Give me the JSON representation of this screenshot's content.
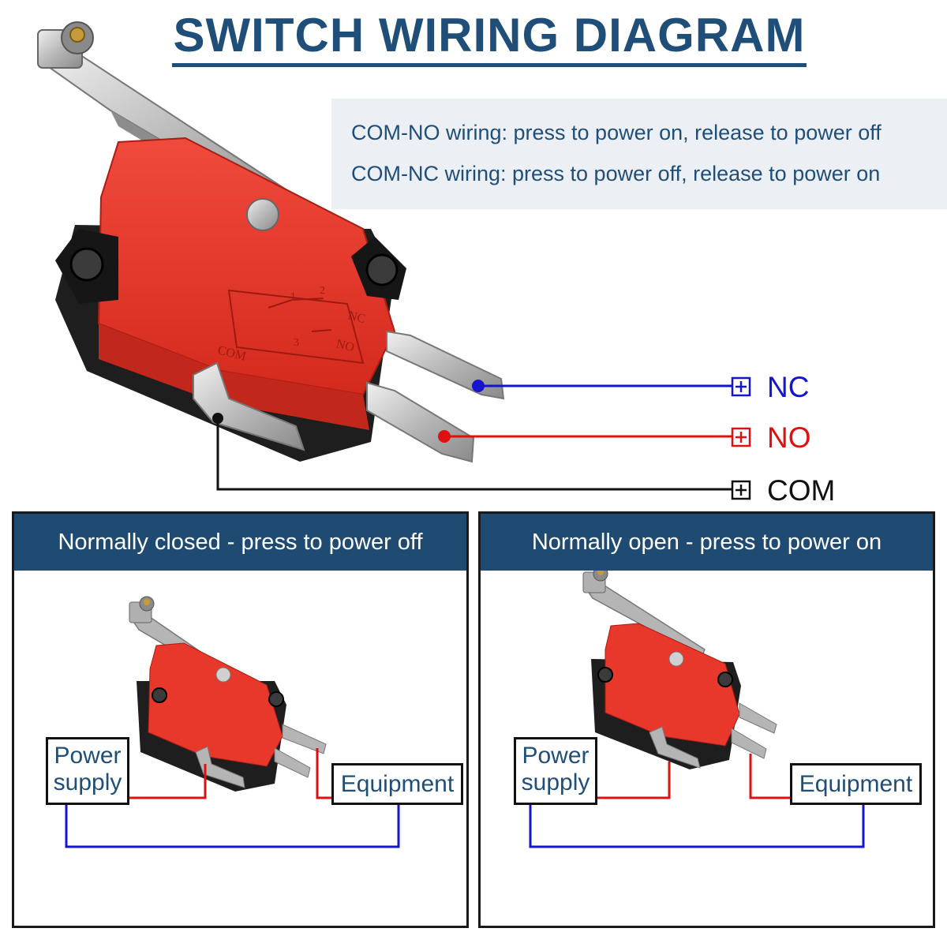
{
  "title": "SWITCH WIRING DIAGRAM",
  "notes": {
    "com_no": "COM-NO wiring: press to power on, release to power off",
    "com_nc": "COM-NC wiring: press to power off, release to power on"
  },
  "switch_markings": {
    "com": "COM",
    "nc": "NC",
    "no": "NO",
    "pin1": "1",
    "pin2": "2",
    "pin3": "3"
  },
  "terminals": [
    {
      "label": "NC",
      "color": "#1515d0"
    },
    {
      "label": "NO",
      "color": "#e01010"
    },
    {
      "label": "COM",
      "color": "#111111"
    }
  ],
  "panels": [
    {
      "heading": "Normally closed - press to power off",
      "power_supply": "Power supply",
      "equipment": "Equipment"
    },
    {
      "heading": "Normally open - press to power on",
      "power_supply": "Power supply",
      "equipment": "Equipment"
    }
  ],
  "colors": {
    "title": "#1f4e79",
    "panel_header": "#1f4b72",
    "switch_body": "#e8382b",
    "wire_red": "#e01010",
    "wire_blue": "#1515d0"
  }
}
